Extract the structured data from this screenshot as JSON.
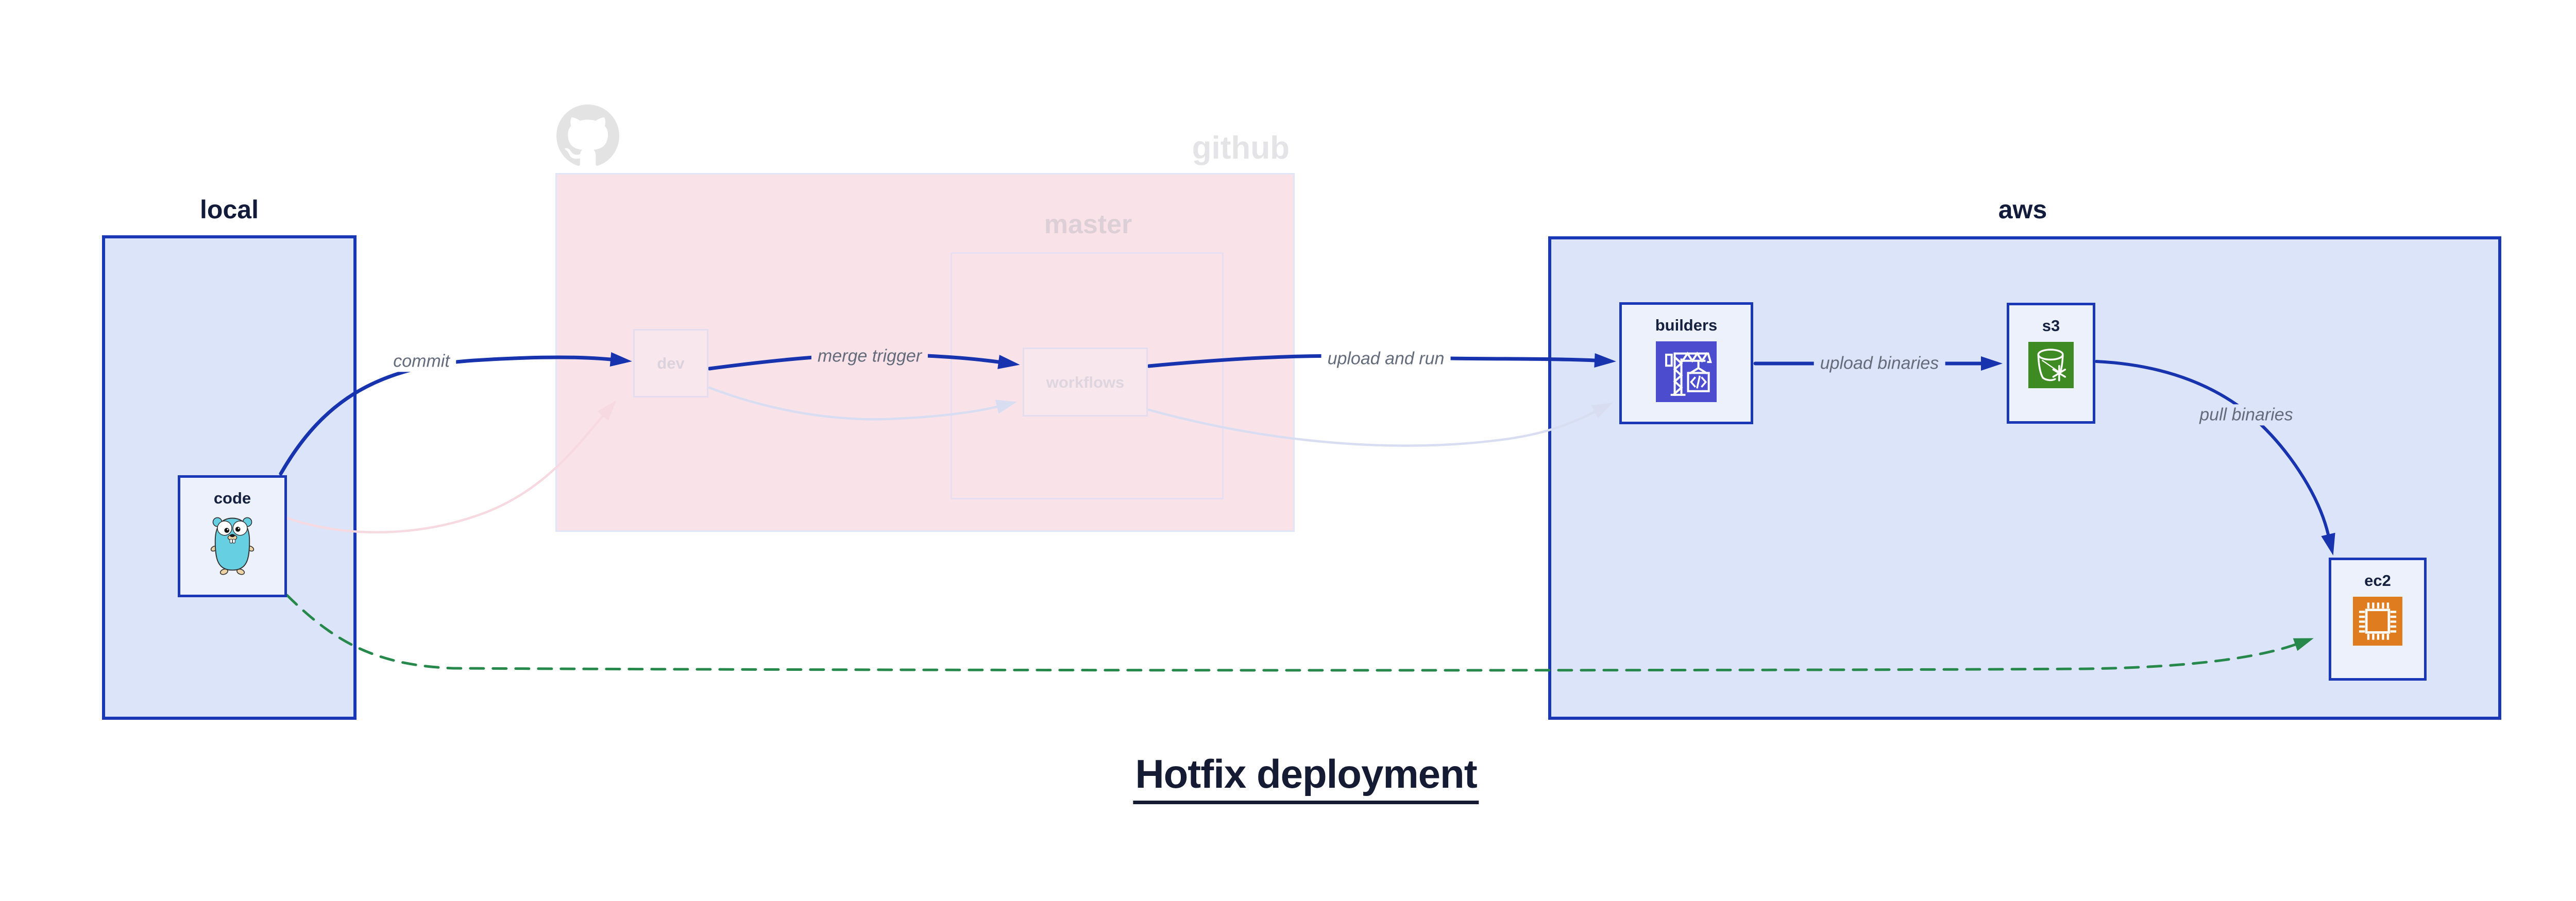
{
  "title": "Hotfix deployment",
  "groups": {
    "local": {
      "label": "local"
    },
    "github": {
      "label": "github",
      "icon": "octocat-icon"
    },
    "master": {
      "label": "master"
    },
    "aws": {
      "label": "aws"
    }
  },
  "nodes": {
    "code": {
      "label": "code",
      "icon": "gopher-icon"
    },
    "dev": {
      "label": "dev"
    },
    "workflows": {
      "label": "workflows"
    },
    "builders": {
      "label": "builders",
      "icon": "codebuild-crane-icon"
    },
    "s3": {
      "label": "s3",
      "icon": "s3-glacier-bucket-icon"
    },
    "ec2": {
      "label": "ec2",
      "icon": "ec2-chip-icon"
    }
  },
  "edges": {
    "commit": {
      "label": "commit",
      "style": "solid-blue",
      "from": "code",
      "to": "dev"
    },
    "merge_trigger": {
      "label": "merge trigger",
      "style": "solid-blue",
      "from": "dev",
      "to": "workflows"
    },
    "upload_and_run": {
      "label": "upload and run",
      "style": "solid-blue",
      "from": "workflows",
      "to": "builders"
    },
    "upload_binaries": {
      "label": "upload binaries",
      "style": "solid-blue",
      "from": "builders",
      "to": "s3"
    },
    "pull_binaries": {
      "label": "pull binaries",
      "style": "solid-blue",
      "from": "s3",
      "to": "ec2"
    },
    "hotfix_path": {
      "label": "",
      "style": "dashed-green",
      "from": "code",
      "to": "ec2"
    },
    "faded_commit": {
      "label": "",
      "style": "faded-pink",
      "from": "code",
      "to": "dev"
    },
    "faded_merge": {
      "label": "",
      "style": "faded-lavender",
      "from": "dev",
      "to": "workflows"
    },
    "faded_upload": {
      "label": "",
      "style": "faded-lavender",
      "from": "workflows",
      "to": "builders"
    }
  },
  "colors": {
    "edge_blue": "#1733ae",
    "border_blue": "#1a38b5",
    "group_fill": "#dce4f9",
    "node_fill": "#edf1fc",
    "github_fill": "#f9e3e9",
    "github_border": "#e0e5f7",
    "master_border": "#e7dff1",
    "faded_node_fill": "#f8e8ee",
    "faded_node_border": "#e4dded",
    "faded_node_text": "#dcd2db",
    "github_gray": "#e4e4e6",
    "edge_label_gray": "#646b7a",
    "hotfix_green": "#27884b",
    "faded_pink_edge": "#f6d9e1",
    "faded_lavender_edge": "#d8ddf2",
    "title_navy": "#141b33",
    "codebuild_bg": "#4b4dce",
    "s3_bg": "#3e8b24",
    "ec2_bg": "#de7c1f",
    "gopher_teal": "#66cfe2"
  }
}
